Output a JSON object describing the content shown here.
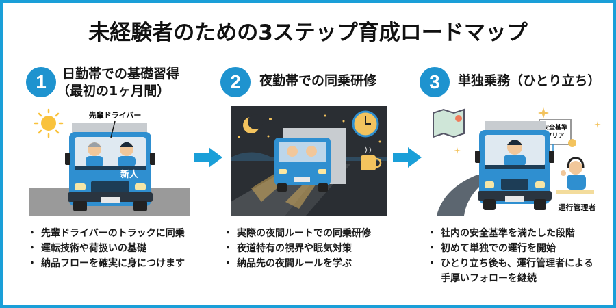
{
  "title": "未経験者のための3ステップ育成ロードマップ",
  "colors": {
    "frame": "#1a9fd8",
    "badge": "#1e93cf",
    "arrow": "#1a9fd8",
    "truck": "#2f8fd0",
    "night_bg": "#2a2e33"
  },
  "steps": [
    {
      "number": "1",
      "title_line1": "日勤帯での基礎習得",
      "title_line2": "（最初の1ヶ月間）",
      "illustration": {
        "scene": "daytime-truck",
        "label_senior": "先輩ドライバー",
        "label_newcomer": "新人",
        "icons": [
          "sun-icon",
          "truck-icon"
        ]
      },
      "bullets": [
        "先輩ドライバーのトラックに同乗",
        "運転技術や荷扱いの基礎",
        "納品フローを確実に身につけます"
      ]
    },
    {
      "number": "2",
      "title_line1": "夜勤帯での同乗研修",
      "title_line2": "",
      "illustration": {
        "scene": "night-truck",
        "icons": [
          "moon-icon",
          "star-icon",
          "clock-icon",
          "coffee-icon",
          "truck-icon"
        ]
      },
      "bullets": [
        "実際の夜間ルートでの同乗研修",
        "夜道特有の視界や眠気対策",
        "納品先の夜間ルールを学ぶ"
      ]
    },
    {
      "number": "3",
      "title_line1": "単独乗務（ひとり立ち）",
      "title_line2": "",
      "illustration": {
        "scene": "solo-truck",
        "label_certificate_line1": "安全基準",
        "label_certificate_line2": "クリア",
        "label_manager": "運行管理者",
        "icons": [
          "map-icon",
          "certificate-icon",
          "operator-headset-icon",
          "truck-icon",
          "sparkle-icon"
        ]
      },
      "bullets": [
        "社内の安全基準を満たした段階",
        "初めて単独での運行を開始",
        "ひとり立ち後も、運行管理者による手厚いフォローを継続"
      ]
    }
  ]
}
